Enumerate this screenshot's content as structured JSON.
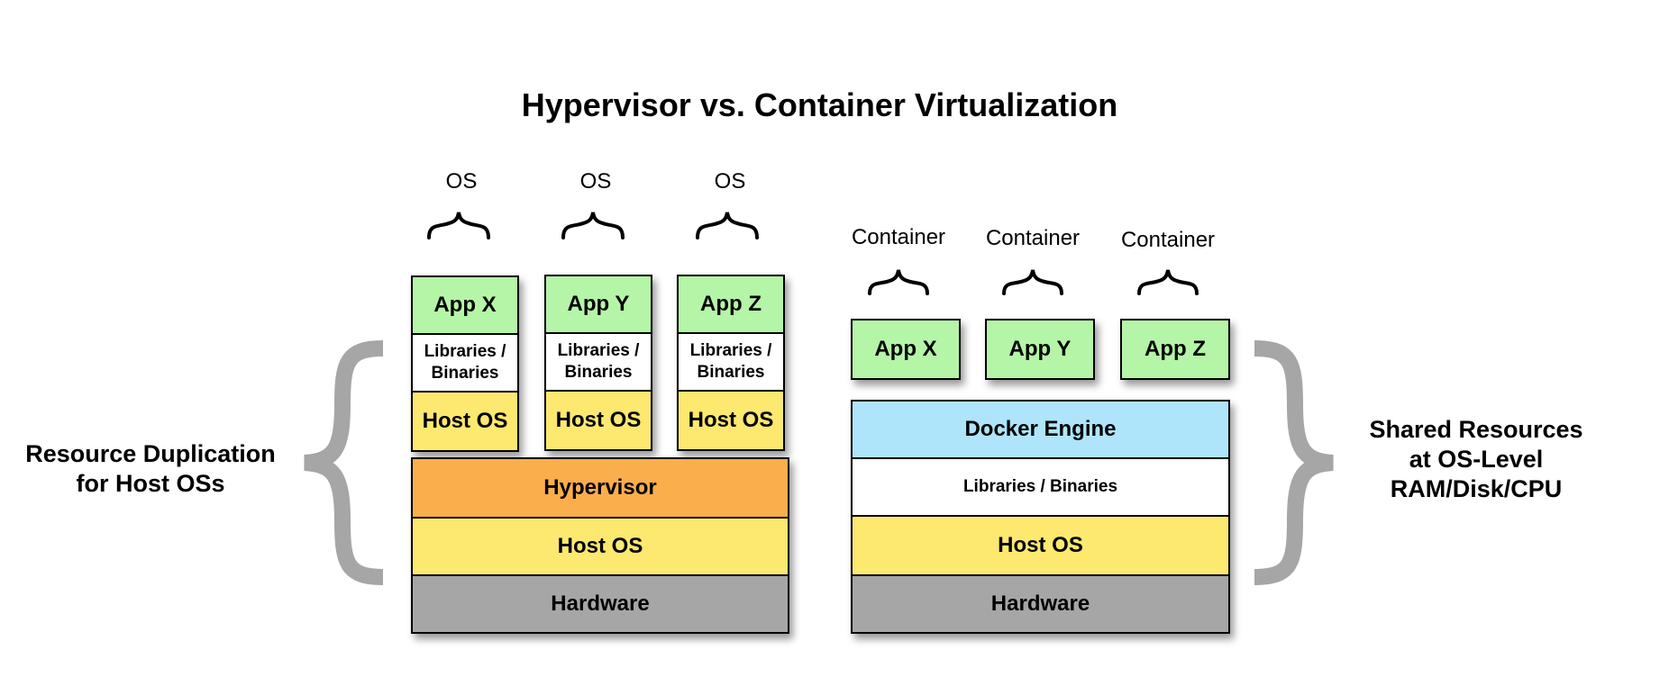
{
  "title": "Hypervisor vs. Container Virtualization",
  "left_stack": {
    "os_labels": [
      "OS",
      "OS",
      "OS"
    ],
    "apps": [
      "App X",
      "App Y",
      "App Z"
    ],
    "libs": [
      "Libraries /\nBinaries",
      "Libraries /\nBinaries",
      "Libraries /\nBinaries"
    ],
    "guest_os": [
      "Host OS",
      "Host OS",
      "Host OS"
    ],
    "hypervisor": "Hypervisor",
    "host_os": "Host OS",
    "hardware": "Hardware"
  },
  "right_stack": {
    "container_labels": [
      "Container",
      "Container",
      "Container"
    ],
    "apps": [
      "App X",
      "App Y",
      "App Z"
    ],
    "docker_engine": "Docker Engine",
    "libs": "Libraries / Binaries",
    "host_os": "Host OS",
    "hardware": "Hardware"
  },
  "side_labels": {
    "left": "Resource Duplication\nfor Host OSs",
    "right": "Shared Resources\nat OS-Level\nRAM/Disk/CPU"
  },
  "colors": {
    "app": "#b5f5a7",
    "libs": "#ffffff",
    "os": "#fde870",
    "hypervisor": "#fbae4c",
    "hardware": "#a6a6a6",
    "docker": "#aee5fb",
    "bracket": "#a6a6a6"
  }
}
